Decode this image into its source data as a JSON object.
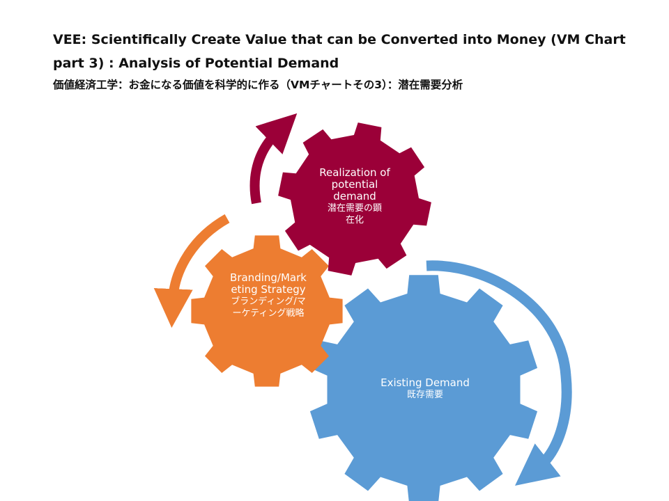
{
  "title": {
    "english": "VEE: Scientifically Create Value that can be Converted into Money (VM Chart part 3) : Analysis of Potential Demand",
    "japanese": "価値経済工学：お金になる価値を科学的に作る（VMチャートその3）：潜在需要分析"
  },
  "gears": {
    "realization": {
      "label_en": "Realization of potential demand",
      "label_ja": "潜在需要の顕在化",
      "color": "#9b0038"
    },
    "branding": {
      "label_en": "Branding/Marketing Strategy",
      "label_ja": "ブランディング/マーケティング戦略",
      "color": "#ed7d31"
    },
    "existing": {
      "label_en": "Existing Demand",
      "label_ja": "既存需要",
      "color": "#5b9bd5"
    }
  }
}
